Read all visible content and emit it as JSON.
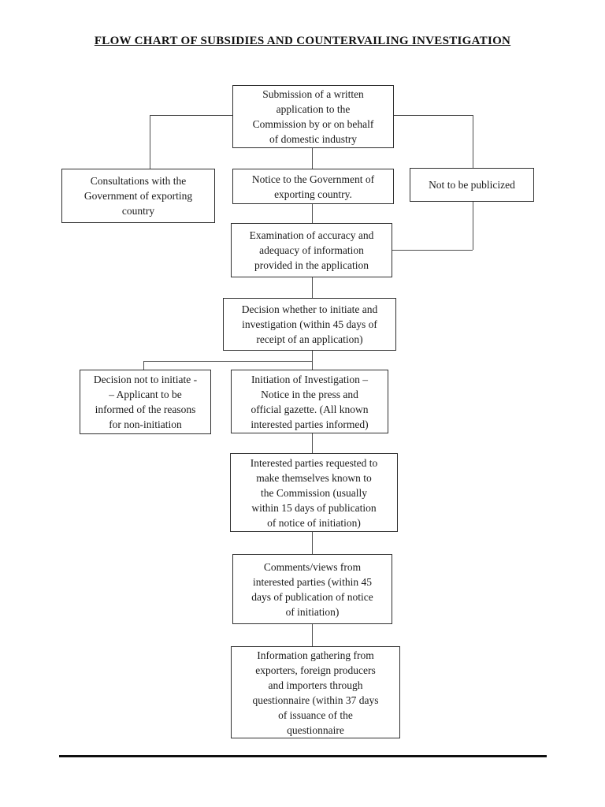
{
  "page": {
    "title": "FLOW CHART OF SUBSIDIES AND COUNTERVAILING INVESTIGATION"
  },
  "flowchart": {
    "nodes": {
      "submission": "Submission of a written\napplication to the\nCommission by or on behalf\nof domestic industry",
      "consultations": "Consultations with the\nGovernment of exporting\ncountry",
      "notice": "Notice to the Government of\nexporting country.",
      "not_publicized": "Not to be publicized",
      "examination": "Examination of accuracy and\nadequacy of information\nprovided in the application",
      "decision": "Decision whether to initiate and\ninvestigation (within 45 days of\nreceipt of an application)",
      "not_initiate": "Decision not to initiate -\n– Applicant to be\ninformed of the reasons\nfor non-initiation",
      "initiation": "Initiation of Investigation –\nNotice in the press and\nofficial gazette. (All known\ninterested parties informed)",
      "interested": "Interested parties requested to\nmake themselves known to\nthe Commission (usually\nwithin 15 days of publication\nof notice of initiation)",
      "comments": "Comments/views from\ninterested parties (within 45\ndays of publication of notice\nof initiation)",
      "information": "Information gathering from\nexporters, foreign producers\nand importers through\nquestionnaire (within 37 days\nof issuance of the\nquestionnaire"
    }
  }
}
